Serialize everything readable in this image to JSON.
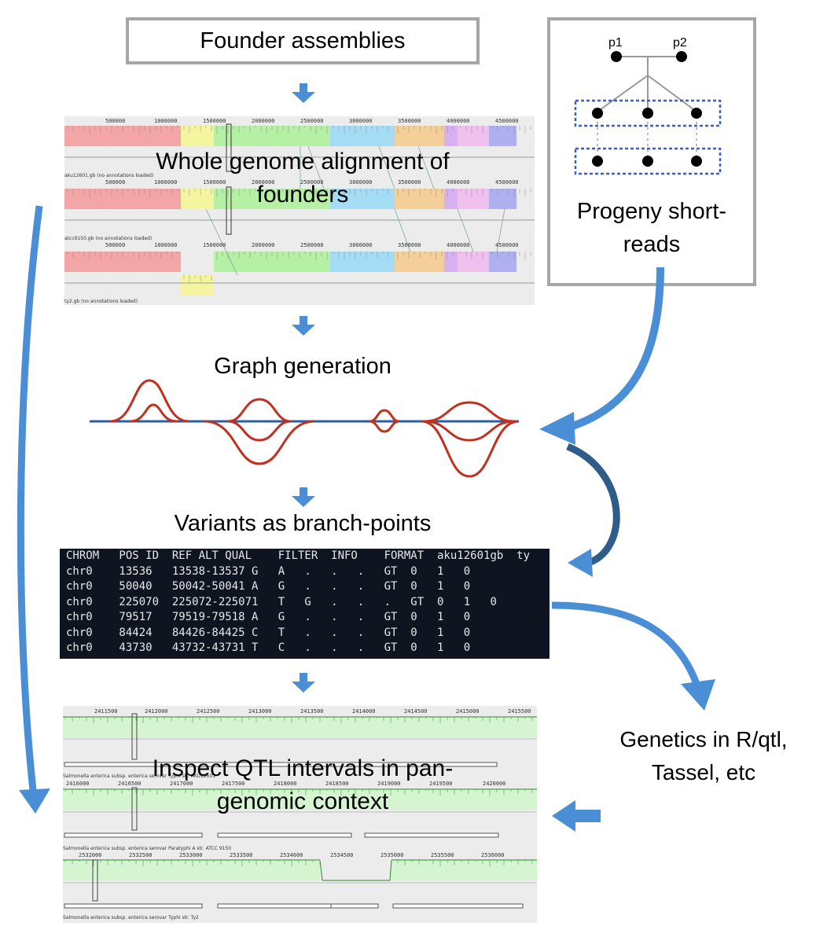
{
  "founder_box": {
    "label": "Founder assemblies"
  },
  "progeny_box": {
    "label_line1": "Progeny short-",
    "label_line2": "reads",
    "parent1": "p1",
    "parent2": "p2"
  },
  "alignment": {
    "label_line1": "Whole genome alignment of",
    "label_line2": "founders",
    "tracks": [
      {
        "ticks": [
          "500000",
          "1000000",
          "1500000",
          "2000000",
          "2500000",
          "3000000",
          "3500000",
          "4000000",
          "4500000"
        ],
        "caption": "aku12601.gb (no annotations loaded)"
      },
      {
        "ticks": [
          "500000",
          "1000000",
          "1500000",
          "2000000",
          "2500000",
          "3000000",
          "3500000",
          "4000000",
          "4500000"
        ],
        "caption": "atcc9150.gb (no annotations loaded)"
      },
      {
        "ticks": [
          "500000",
          "1000000",
          "1500000",
          "2000000",
          "2500000",
          "3000000",
          "3500000",
          "4000000",
          "4500000"
        ],
        "caption": "ty2.gb (no annotations loaded)"
      }
    ]
  },
  "graph": {
    "label": "Graph generation"
  },
  "variants": {
    "label": "Variants as branch-points",
    "vcf_lines": [
      "CHROM   POS ID  REF ALT QUAL    FILTER  INFO    FORMAT  aku12601gb  ty",
      "chr0    13536   13538-13537 G   A   .   .   .   GT  0   1   0",
      "chr0    50040   50042-50041 A   G   .   .   .   GT  0   1   0",
      "chr0    225070  225072-225071   T   G   .   .   .   GT  0   1   0",
      "chr0    79517   79519-79518 A   G   .   .   .   GT  0   1   0",
      "chr0    84424   84426-84425 C   T   .   .   .   GT  0   1   0",
      "chr0    43730   43732-43731 T   C   .   .   .   GT  0   1   0"
    ]
  },
  "qtl": {
    "label_line1": "Inspect QTL intervals in pan-",
    "label_line2": "genomic context",
    "tracks": [
      {
        "ticks": [
          "2411500",
          "2412000",
          "2412500",
          "2413000",
          "2413500",
          "2414000",
          "2414500",
          "2415000",
          "2415500"
        ],
        "caption": "Salmonella enterica subsp. enterica serovar Typhi str. AKU12601"
      },
      {
        "ticks": [
          "2416000",
          "2416500",
          "2417000",
          "2417500",
          "2418000",
          "2418500",
          "2419000",
          "2419500",
          "2420000"
        ],
        "caption": "Salmonella enterica subsp. enterica serovar Paratyphi A str. ATCC 9150"
      },
      {
        "ticks": [
          "2532000",
          "2532500",
          "2533000",
          "2533500",
          "2534000",
          "2534500",
          "2535000",
          "2535500",
          "2536000"
        ],
        "caption": "Salmonella enterica subsp. enterica serovar Typhi str. Ty2"
      }
    ]
  },
  "genetics": {
    "line1": "Genetics  in R/qtl,",
    "line2": "Tassel,  etc"
  },
  "colors": {
    "arrow": "#4a8fd6",
    "arrow_dark": "#2f5d8a",
    "graph_red": "#c0311f",
    "graph_blue": "#2a5ea8",
    "box_border": "#a6a6a6",
    "dashed_box": "#3a5fbf"
  }
}
